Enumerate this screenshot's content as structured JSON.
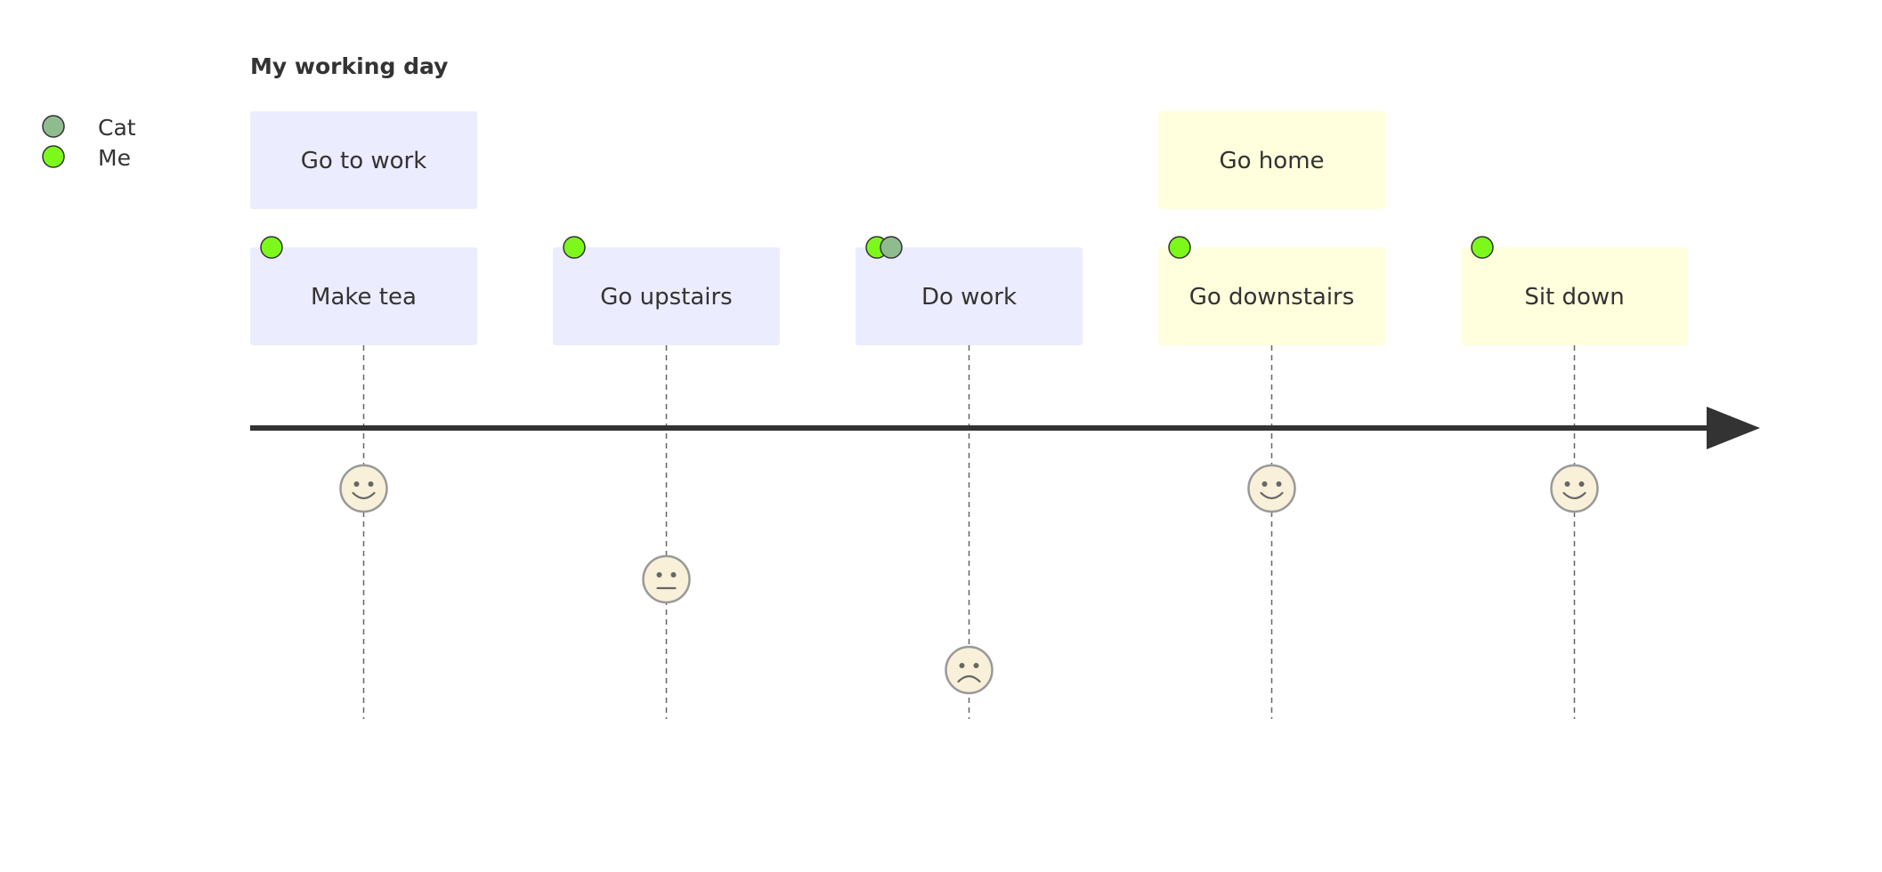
{
  "title": "My working day",
  "actors": [
    {
      "name": "Cat",
      "color": "#8fbc8f"
    },
    {
      "name": "Me",
      "color": "#7cf91a"
    }
  ],
  "sections": [
    {
      "label": "Go to work",
      "color": "#ececff"
    },
    {
      "label": "Go home",
      "color": "#ffffde"
    }
  ],
  "tasks": [
    {
      "label": "Make tea",
      "section": 0,
      "score": 5,
      "actors": [
        "Me"
      ]
    },
    {
      "label": "Go upstairs",
      "section": 0,
      "score": 3,
      "actors": [
        "Me"
      ]
    },
    {
      "label": "Do work",
      "section": 0,
      "score": 1,
      "actors": [
        "Me",
        "Cat"
      ]
    },
    {
      "label": "Go downstairs",
      "section": 1,
      "score": 5,
      "actors": [
        "Me"
      ]
    },
    {
      "label": "Sit down",
      "section": 1,
      "score": 5,
      "actors": [
        "Me"
      ]
    }
  ],
  "colors": {
    "text": "#333333",
    "axis": "#333333",
    "face_fill": "#f8f0d8",
    "face_stroke": "#999999",
    "actor_stroke": "#333333"
  }
}
